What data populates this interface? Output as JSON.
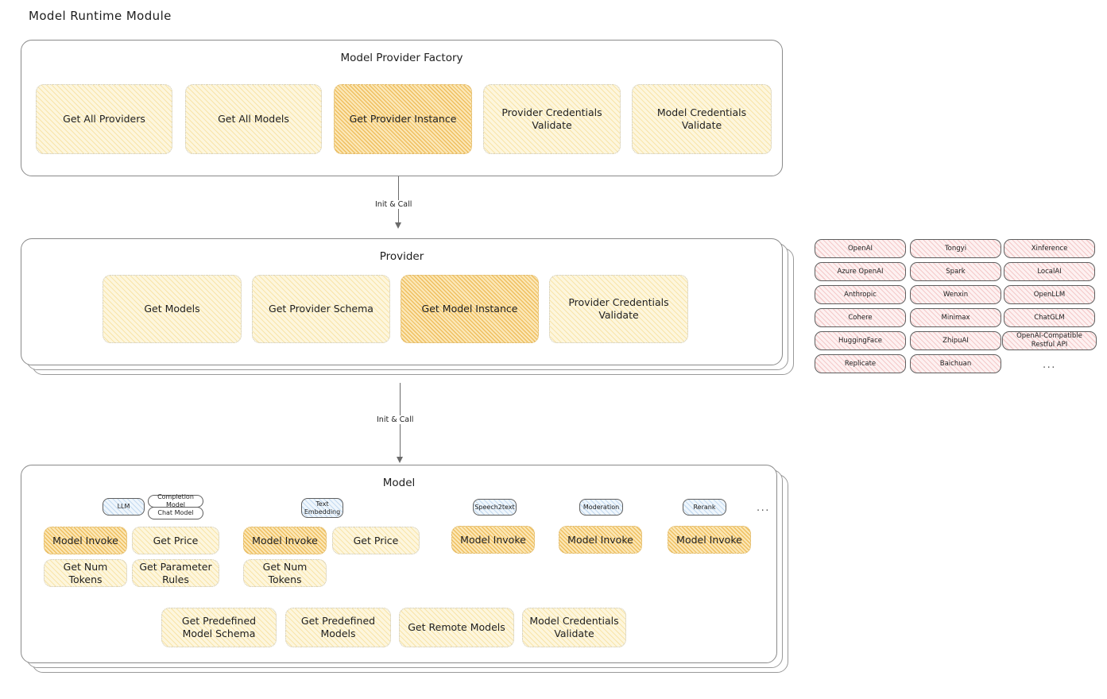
{
  "title": "Model Runtime Module",
  "factory": {
    "title": "Model Provider Factory",
    "nodes": [
      {
        "label": "Get All Providers",
        "style": "yellow"
      },
      {
        "label": "Get All Models",
        "style": "yellow"
      },
      {
        "label": "Get Provider Instance",
        "style": "orange"
      },
      {
        "label": "Provider Credentials Validate",
        "style": "yellow"
      },
      {
        "label": "Model Credentials Validate",
        "style": "yellow"
      }
    ]
  },
  "arrows": [
    {
      "label": "Init & Call"
    },
    {
      "label": "Init & Call"
    }
  ],
  "provider": {
    "title": "Provider",
    "nodes": [
      {
        "label": "Get Models",
        "style": "yellow"
      },
      {
        "label": "Get Provider Schema",
        "style": "yellow"
      },
      {
        "label": "Get Model Instance",
        "style": "orange"
      },
      {
        "label": "Provider Credentials Validate",
        "style": "yellow"
      }
    ]
  },
  "provider_list": {
    "columns": [
      [
        "OpenAI",
        "Azure OpenAI",
        "Anthropic",
        "Cohere",
        "HuggingFace",
        "Replicate"
      ],
      [
        "Tongyi",
        "Spark",
        "Wenxin",
        "Minimax",
        "ZhipuAI",
        "Baichuan"
      ],
      [
        "Xinference",
        "LocalAI",
        "OpenLLM",
        "ChatGLM",
        "OpenAI-Compatible Restful API"
      ]
    ],
    "more": "..."
  },
  "model": {
    "title": "Model",
    "more": "...",
    "groups": [
      {
        "badge": "LLM",
        "sub_badges": [
          "Completion Model",
          "Chat Model"
        ],
        "nodes": [
          {
            "label": "Model Invoke",
            "style": "orange"
          },
          {
            "label": "Get Price",
            "style": "yellow"
          },
          {
            "label": "Get Num Tokens",
            "style": "yellow"
          },
          {
            "label": "Get Parameter Rules",
            "style": "yellow"
          }
        ]
      },
      {
        "badge": "Text Embedding",
        "sub_badges": [],
        "nodes": [
          {
            "label": "Model Invoke",
            "style": "orange"
          },
          {
            "label": "Get Price",
            "style": "yellow"
          },
          {
            "label": "Get Num Tokens",
            "style": "yellow"
          }
        ]
      },
      {
        "badge": "Speech2text",
        "sub_badges": [],
        "nodes": [
          {
            "label": "Model Invoke",
            "style": "orange"
          }
        ]
      },
      {
        "badge": "Moderation",
        "sub_badges": [],
        "nodes": [
          {
            "label": "Model Invoke",
            "style": "orange"
          }
        ]
      },
      {
        "badge": "Rerank",
        "sub_badges": [],
        "nodes": [
          {
            "label": "Model Invoke",
            "style": "orange"
          }
        ]
      }
    ],
    "common_nodes": [
      {
        "label": "Get Predefined Model Schema",
        "style": "yellow"
      },
      {
        "label": "Get Predefined Models",
        "style": "yellow"
      },
      {
        "label": "Get Remote Models",
        "style": "yellow"
      },
      {
        "label": "Model Credentials Validate",
        "style": "yellow"
      }
    ]
  },
  "colors": {
    "highlight": "#fbe7b6",
    "node": "#fdf6dd",
    "provider_chip": "#fdf1f1",
    "badge": "#eff6fc",
    "stroke": "#8a8a8a"
  }
}
